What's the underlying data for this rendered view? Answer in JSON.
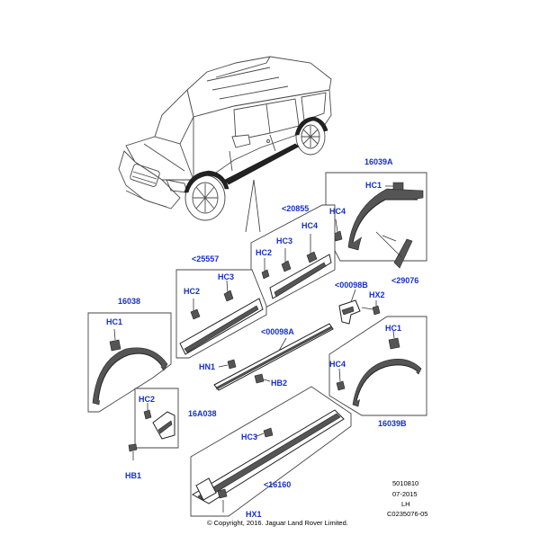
{
  "labels": {
    "l16039A": "16039A",
    "l20855": "<20855",
    "l25557": "<25557",
    "l16038": "16038",
    "l00098B": "<00098B",
    "l00098A": "<00098A",
    "l29076": "<29076",
    "l16A038": "16A038",
    "l16039B": "16039B",
    "l16160": "<16160",
    "hc1_a": "HC1",
    "hc4_a": "HC4",
    "hc4_b": "HC4",
    "hc3_a": "HC3",
    "hc2_a": "HC2",
    "hc3_b": "HC3",
    "hc2_b": "HC2",
    "hc1_b": "HC1",
    "hx2": "HX2",
    "hn1": "HN1",
    "hb2": "HB2",
    "hc1_c": "HC1",
    "hc4_c": "HC4",
    "hc2_c": "HC2",
    "hb1": "HB1",
    "hc3_c": "HC3",
    "hx1": "HX1"
  },
  "info": {
    "code": "5010810",
    "date": "07-2015",
    "side": "LH",
    "ref": "C0235076-05",
    "copyright": "© Copyright, 2016. Jaguar Land Rover Limited."
  },
  "colors": {
    "callout": "#1530c8",
    "line": "#333333"
  }
}
